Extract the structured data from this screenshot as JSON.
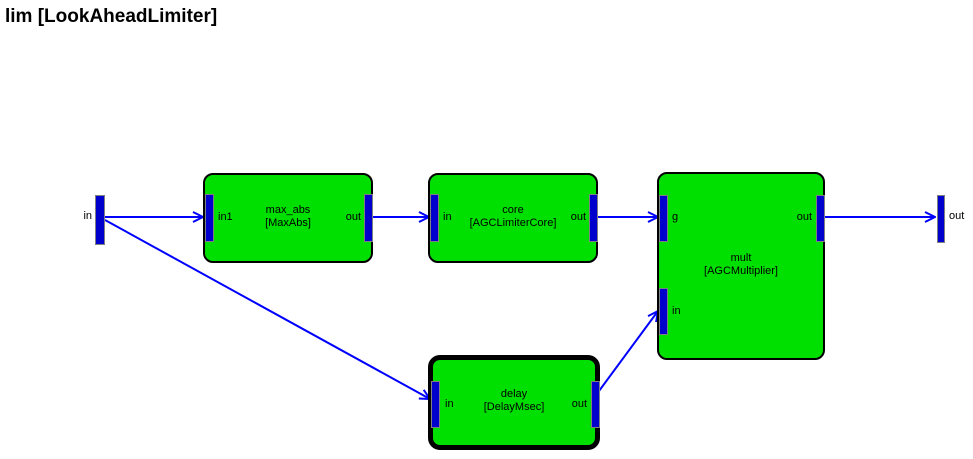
{
  "title": "lim [LookAheadLimiter]",
  "io": {
    "input_label": "in",
    "output_label": "out"
  },
  "blocks": {
    "max_abs": {
      "name": "max_abs",
      "type": "[MaxAbs]",
      "selected": false,
      "port_in1": "in1",
      "port_out": "out"
    },
    "core": {
      "name": "core",
      "type": "[AGCLimiterCore]",
      "selected": false,
      "port_in": "in",
      "port_out": "out"
    },
    "mult": {
      "name": "mult",
      "type": "[AGCMultiplier]",
      "selected": false,
      "port_g": "g",
      "port_in": "in",
      "port_out": "out"
    },
    "delay": {
      "name": "delay",
      "type": "[DelayMsec]",
      "selected": true,
      "port_in": "in",
      "port_out": "out"
    }
  },
  "colors": {
    "block_fill": "#00e000",
    "block_border": "#000000",
    "port_fill": "#0000cc",
    "port_border": "#808080",
    "wire": "#0000ff",
    "text": "#000000",
    "background": "#ffffff"
  }
}
